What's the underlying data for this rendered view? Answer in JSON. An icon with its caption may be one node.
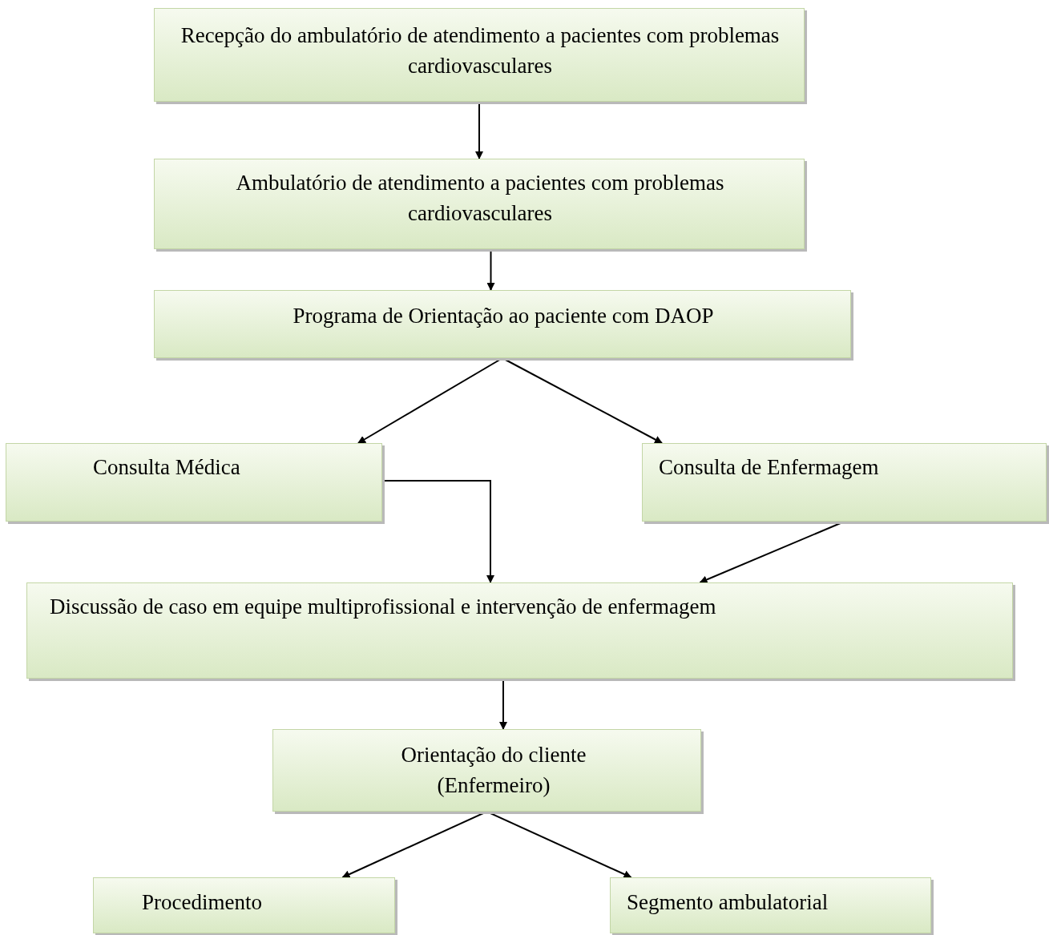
{
  "diagram": {
    "nodes": [
      {
        "text": [
          "Recepção do ambulatório de atendimento a pacientes com problemas cardiovasculares"
        ]
      },
      {
        "text": [
          "Ambulatório de atendimento a pacientes com  problemas cardiovasculares"
        ]
      },
      {
        "text": [
          "Programa de Orientação ao paciente com DAOP"
        ]
      },
      {
        "text": [
          "Consulta Médica"
        ]
      },
      {
        "text": [
          "Consulta de Enfermagem"
        ]
      },
      {
        "text": [
          "Discussão de caso em equipe multiprofissional e intervenção de enfermagem"
        ]
      },
      {
        "text": [
          "Orientação do cliente (Enfermeiro)"
        ]
      },
      {
        "text": [
          "Procedimento"
        ]
      },
      {
        "text": [
          "Segmento ambulatorial"
        ]
      }
    ],
    "edges": [
      {
        "from": 0,
        "to": 1,
        "arrow": "to"
      },
      {
        "from": 1,
        "to": 2,
        "arrow": "to"
      },
      {
        "from": 2,
        "to": 3,
        "arrow": "to"
      },
      {
        "from": 2,
        "to": 4,
        "arrow": "to"
      },
      {
        "from": 3,
        "to": 5,
        "arrow": "to"
      },
      {
        "from": 4,
        "to": 5,
        "arrow": "to"
      },
      {
        "from": 5,
        "to": 6,
        "arrow": "to"
      },
      {
        "from": 6,
        "to": 7,
        "arrow": "to"
      },
      {
        "from": 6,
        "to": 8,
        "arrow": "to"
      }
    ]
  }
}
